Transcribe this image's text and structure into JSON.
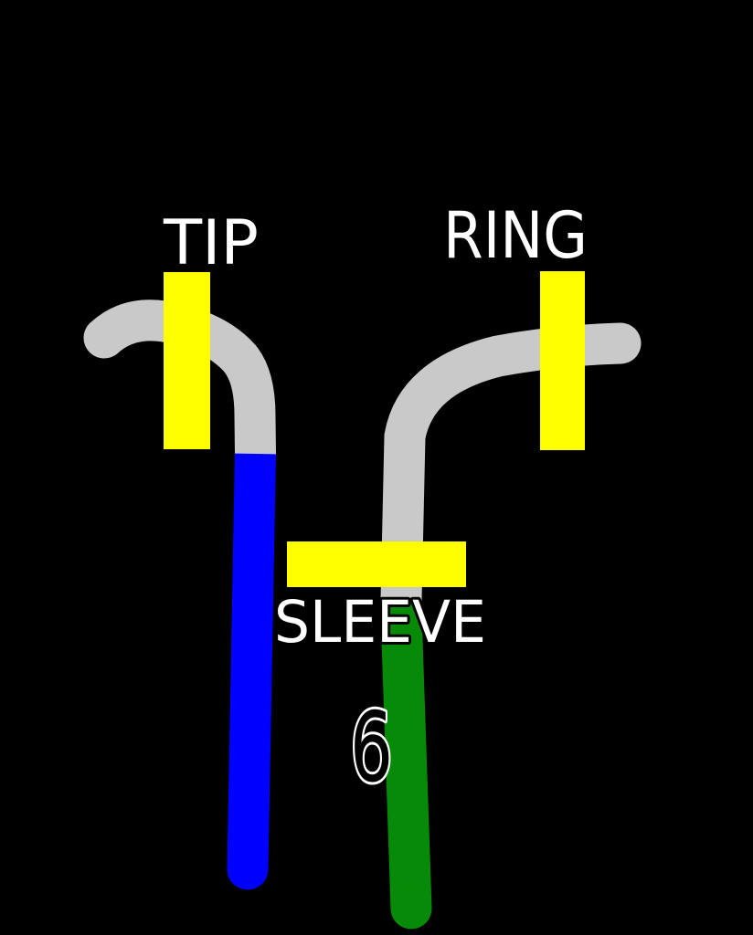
{
  "colors": {
    "background": "#000000",
    "wire-gray": "#c9c9c9",
    "tip-wire-blue": "#0000ff",
    "sleeve-wire-green": "#078a07",
    "marker-yellow": "#ffff00",
    "label-text": "#ffffff",
    "label-outline": "#000000",
    "number-fill": "#000000",
    "number-outline": "#ffffff"
  },
  "labels": {
    "tip": "TIP",
    "ring": "RING",
    "sleeve": "SLEEVE",
    "number": "6"
  }
}
